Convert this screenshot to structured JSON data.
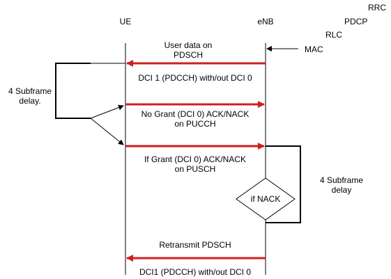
{
  "entities": {
    "ue": "UE",
    "enb": "eNB"
  },
  "stack": {
    "rrc": "RRC",
    "pdcp": "PDCP",
    "rlc": "RLC",
    "mac": "MAC"
  },
  "messages": {
    "user_data_line1": "User data on",
    "user_data_line2": "PDSCH",
    "dci1": "DCI 1 (PDCCH) with/out DCI 0",
    "no_grant_line1": "No Grant (DCI 0) ACK/NACK",
    "no_grant_line2": "on PUCCH",
    "if_grant_line1": "If Grant (DCI 0) ACK/NACK",
    "if_grant_line2": "on PUSCH",
    "retransmit": "Retransmit PDSCH",
    "dci1_again": "DCI1 (PDCCH) with/out DCI 0"
  },
  "delays": {
    "left_line1": "4 Subframe",
    "left_line2": "delay.",
    "right_line1": "4 Subframe",
    "right_line2": "delay"
  },
  "decision": {
    "label": "if NACK"
  },
  "colors": {
    "arrow": "#cc1f1f",
    "line": "#000000"
  }
}
